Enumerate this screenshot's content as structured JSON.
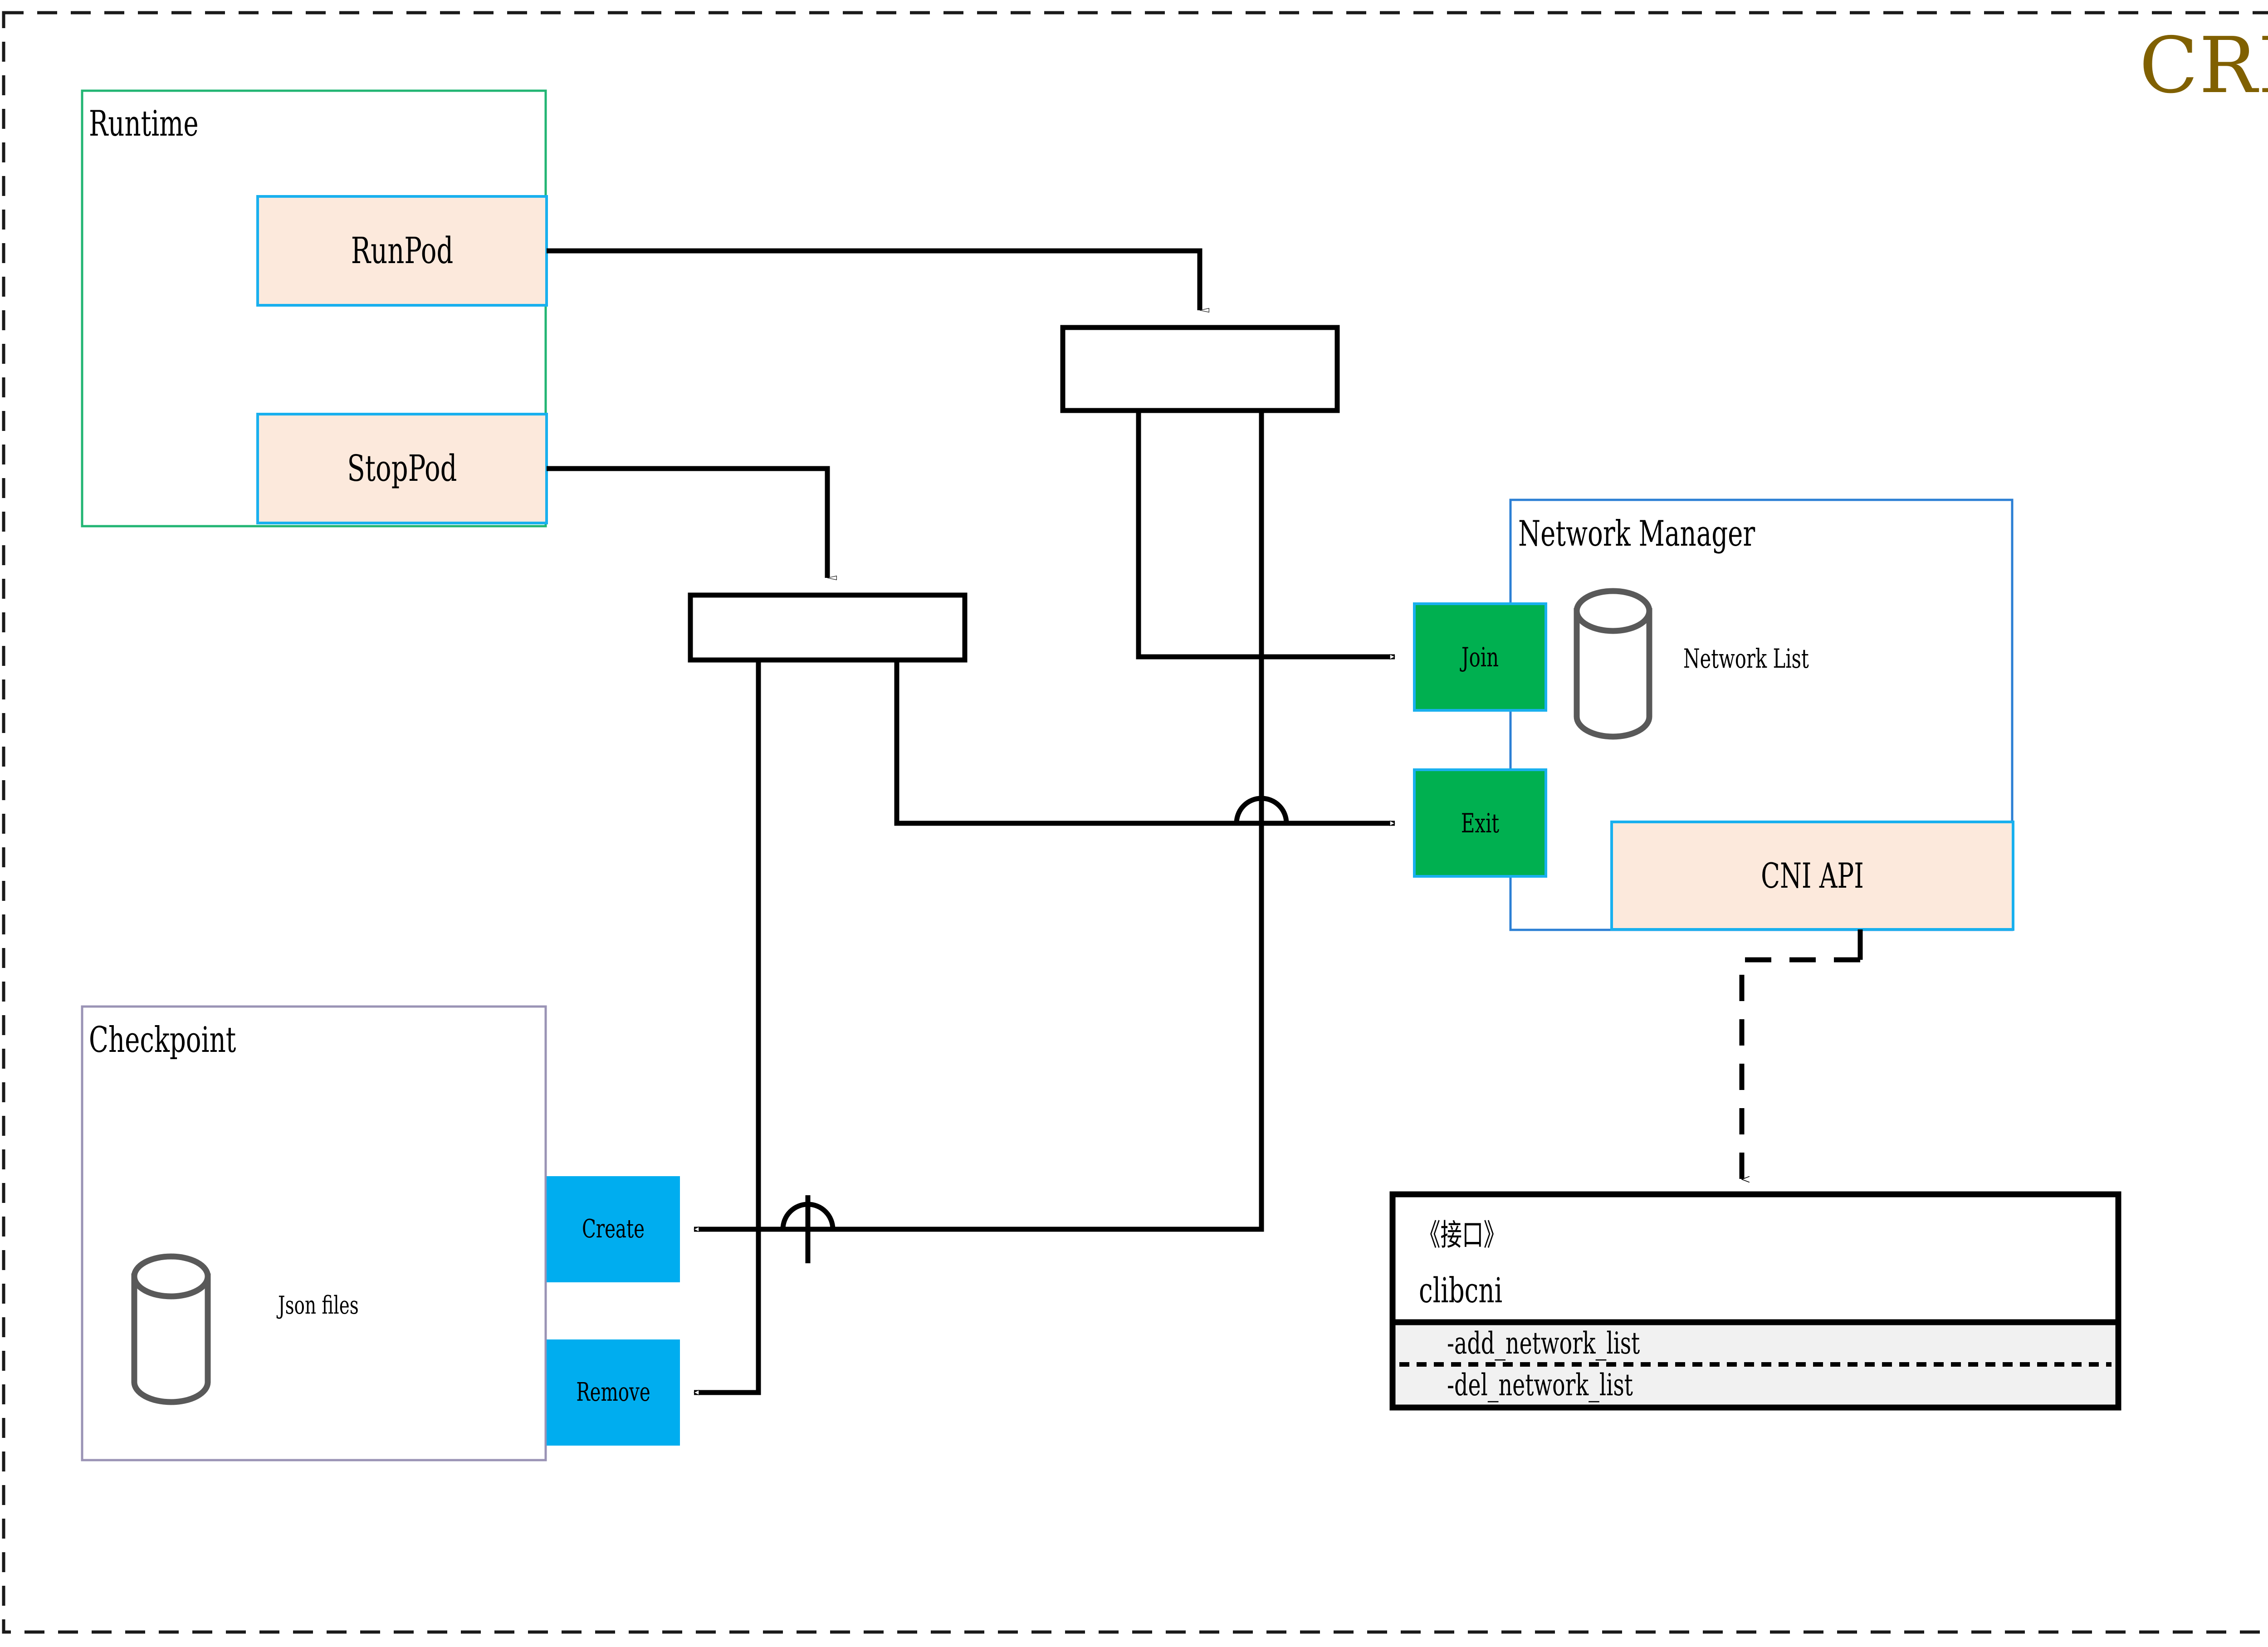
{
  "diagram": {
    "title": "CRI",
    "title_color": "#806000",
    "outer_border": "dashed",
    "groups": {
      "runtime": {
        "label": "Runtime",
        "border_color": "#22b573"
      },
      "checkpoint": {
        "label": "Checkpoint",
        "border_color": "#9a93b5",
        "datastore_label": "Json files"
      },
      "network_manager": {
        "label": "Network Manager",
        "border_color": "#2b7fd4",
        "datastore_label": "Network List"
      }
    },
    "nodes": {
      "run_pod": {
        "label": "RunPod",
        "fill": "#fce9dc",
        "border": "#19b0ee"
      },
      "stop_pod": {
        "label": "StopPod",
        "fill": "#fce9dc",
        "border": "#19b0ee"
      },
      "join": {
        "label": "Join",
        "fill": "#00b050",
        "border": "#19b0ee"
      },
      "exit": {
        "label": "Exit",
        "fill": "#00b050",
        "border": "#19b0ee"
      },
      "cni_api": {
        "label": "CNI API",
        "fill": "#fce9dc",
        "border": "#19b0ee"
      },
      "create": {
        "label": "Create",
        "fill": "#00adef",
        "border": "#00adef"
      },
      "remove": {
        "label": "Remove",
        "fill": "#00adef",
        "border": "#00adef"
      },
      "junction_top": {
        "label": "",
        "fill": "#ffffff",
        "border": "#000000"
      },
      "junction_bottom": {
        "label": "",
        "fill": "#ffffff",
        "border": "#000000"
      }
    },
    "interface": {
      "stereotype": "《接口》",
      "name": "clibcni",
      "operations": [
        "-add_network_list",
        "-del_network_list"
      ],
      "body_fill": "#f1f1f1",
      "border": "#000000"
    }
  }
}
